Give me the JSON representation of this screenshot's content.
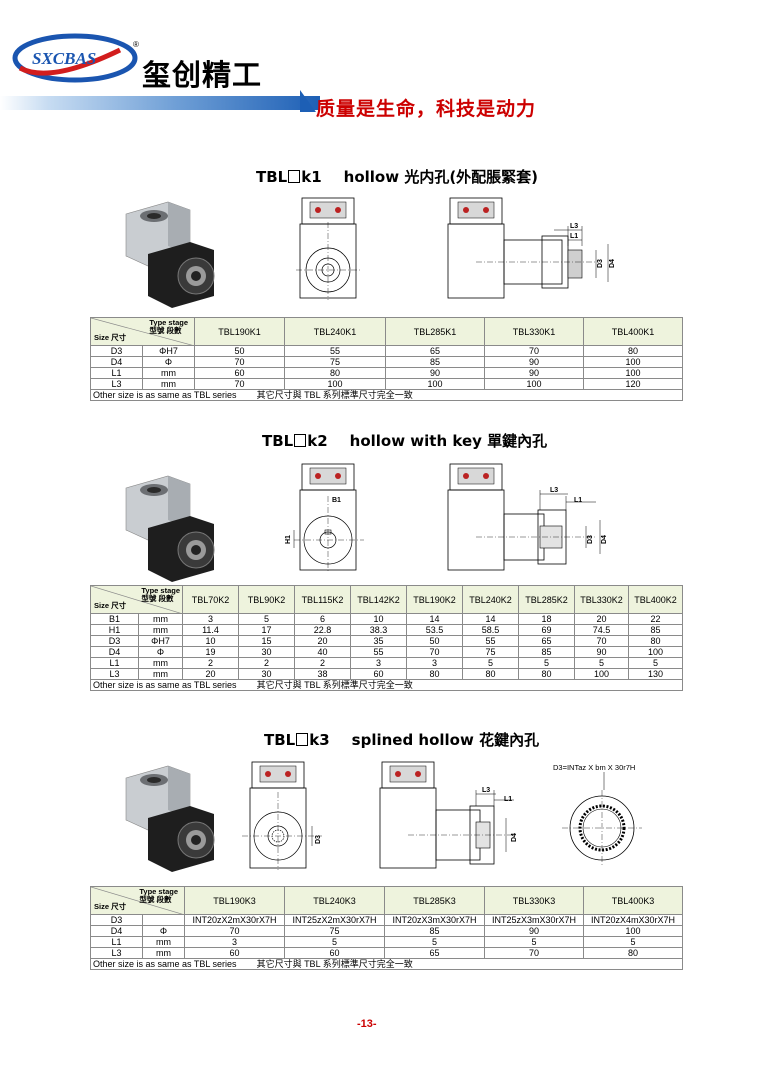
{
  "header": {
    "logo_badge_text": "SXCBAS",
    "logo_registered": "®",
    "brand_name": "玺创精工",
    "slogan": "质量是生命，科技是动力"
  },
  "sections": [
    {
      "title_prefix": "TBL",
      "title_code": "k1",
      "title_en": "hollow",
      "title_cn": "光内孔(外配脹緊套)",
      "dims": {
        "l3": "L3",
        "l1": "L1",
        "d3": "D3",
        "d4": "D4"
      },
      "table": {
        "corner_type": "Type stage",
        "corner_type_cn": "型號 段數",
        "corner_size": "Size 尺寸",
        "models": [
          "TBL190K1",
          "TBL240K1",
          "TBL285K1",
          "TBL330K1",
          "TBL400K1"
        ],
        "rows": [
          {
            "size": "D3",
            "unit": "ΦH7",
            "values": [
              "50",
              "55",
              "65",
              "70",
              "80"
            ]
          },
          {
            "size": "D4",
            "unit": "Φ",
            "values": [
              "70",
              "75",
              "85",
              "90",
              "100"
            ]
          },
          {
            "size": "L1",
            "unit": "mm",
            "values": [
              "60",
              "80",
              "90",
              "90",
              "100"
            ]
          },
          {
            "size": "L3",
            "unit": "mm",
            "values": [
              "70",
              "100",
              "100",
              "100",
              "120"
            ]
          }
        ],
        "footer_en": "Other size is as same as TBL   series",
        "footer_cn": "其它尺寸與 TBL 系列標準尺寸完全一致"
      }
    },
    {
      "title_prefix": "TBL",
      "title_code": "k2",
      "title_en": "hollow with key",
      "title_cn": "單鍵內孔",
      "dims": {
        "b1": "B1",
        "h1": "H1",
        "l3": "L3",
        "l1": "L1",
        "d3": "D3",
        "d4": "D4"
      },
      "table": {
        "corner_type": "Type stage",
        "corner_type_cn": "型號 段數",
        "corner_size": "Size 尺寸",
        "models": [
          "TBL70K2",
          "TBL90K2",
          "TBL115K2",
          "TBL142K2",
          "TBL190K2",
          "TBL240K2",
          "TBL285K2",
          "TBL330K2",
          "TBL400K2"
        ],
        "rows": [
          {
            "size": "B1",
            "unit": "mm",
            "values": [
              "3",
              "5",
              "6",
              "10",
              "14",
              "14",
              "18",
              "20",
              "22"
            ]
          },
          {
            "size": "H1",
            "unit": "mm",
            "values": [
              "11.4",
              "17",
              "22.8",
              "38.3",
              "53.5",
              "58.5",
              "69",
              "74.5",
              "85"
            ]
          },
          {
            "size": "D3",
            "unit": "ΦH7",
            "values": [
              "10",
              "15",
              "20",
              "35",
              "50",
              "55",
              "65",
              "70",
              "80"
            ]
          },
          {
            "size": "D4",
            "unit": "Φ",
            "values": [
              "19",
              "30",
              "40",
              "55",
              "70",
              "75",
              "85",
              "90",
              "100"
            ]
          },
          {
            "size": "L1",
            "unit": "mm",
            "values": [
              "2",
              "2",
              "2",
              "3",
              "3",
              "5",
              "5",
              "5",
              "5"
            ]
          },
          {
            "size": "L3",
            "unit": "mm",
            "values": [
              "20",
              "30",
              "38",
              "60",
              "80",
              "80",
              "80",
              "100",
              "130"
            ]
          }
        ],
        "footer_en": "Other size is as same as  TBL  series",
        "footer_cn": "其它尺寸與 TBL 系列標準尺寸完全一致"
      }
    },
    {
      "title_prefix": "TBL",
      "title_code": "k3",
      "title_en": "splined hollow",
      "title_cn": "花鍵內孔",
      "dims": {
        "d3": "D3",
        "l3": "L3",
        "l1": "L1",
        "d4": "D4",
        "spline_note": "D3=INTaz X bm X 30r7H"
      },
      "table": {
        "corner_type": "Type stage",
        "corner_type_cn": "型號 段數",
        "corner_size": "Size 尺寸",
        "models": [
          "TBL190K3",
          "TBL240K3",
          "TBL285K3",
          "TBL330K3",
          "TBL400K3"
        ],
        "rows": [
          {
            "size": "D3",
            "unit": "",
            "values": [
              "INT20zX2mX30rX7H",
              "INT25zX2mX30rX7H",
              "INT20zX3mX30rX7H",
              "INT25zX3mX30rX7H",
              "INT20zX4mX30rX7H"
            ]
          },
          {
            "size": "D4",
            "unit": "Φ",
            "values": [
              "70",
              "75",
              "85",
              "90",
              "100"
            ]
          },
          {
            "size": "L1",
            "unit": "mm",
            "values": [
              "3",
              "5",
              "5",
              "5",
              "5"
            ]
          },
          {
            "size": "L3",
            "unit": "mm",
            "values": [
              "60",
              "60",
              "65",
              "70",
              "80"
            ]
          }
        ],
        "footer_en": "Other size is as same as  TBL  series",
        "footer_cn": "其它尺寸與 TBL 系列標準尺寸完全一致"
      }
    }
  ],
  "page_number": "-13-"
}
